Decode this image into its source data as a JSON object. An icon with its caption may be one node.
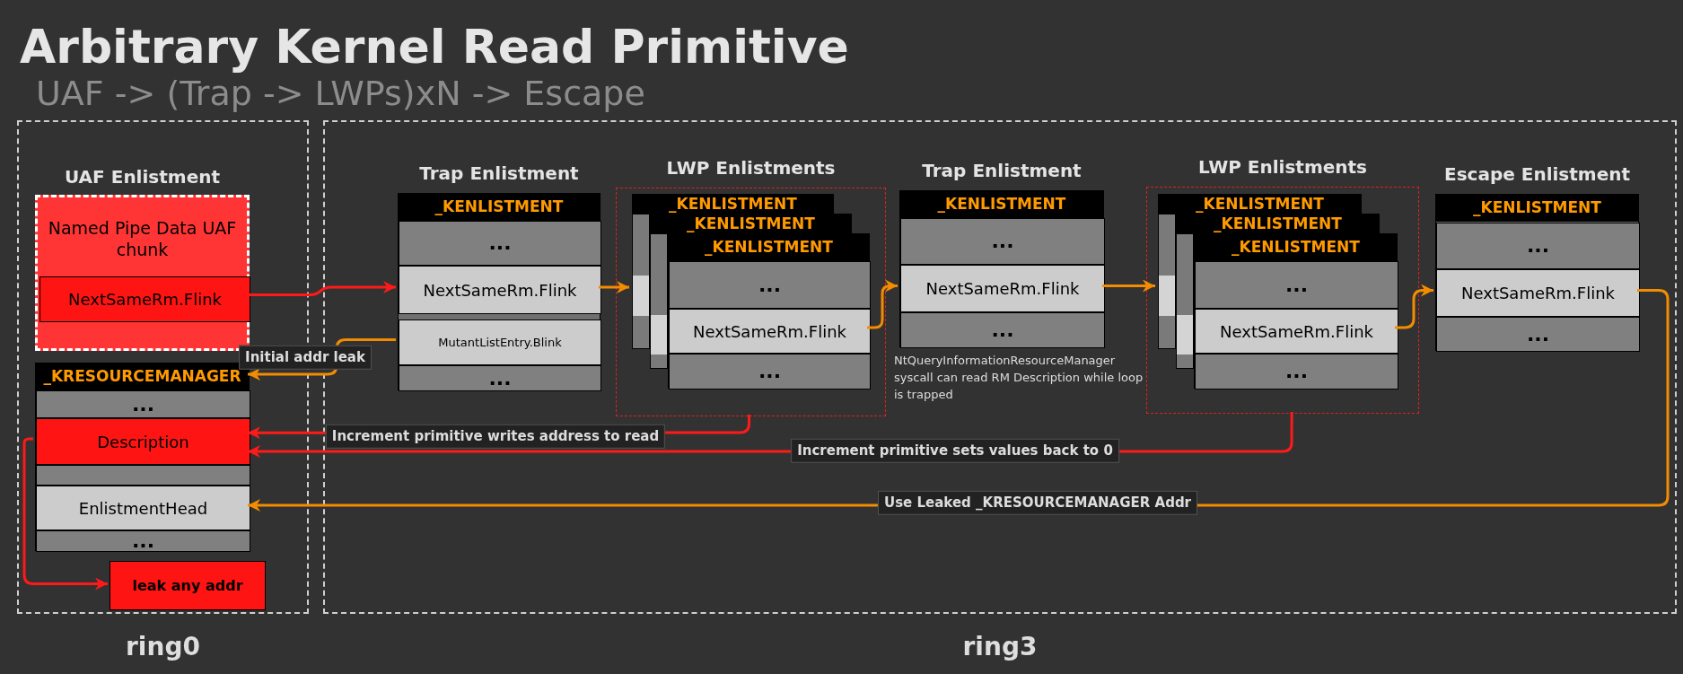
{
  "diagram": {
    "title": "Arbitrary Kernel Read Primitive",
    "nodes": [
      {
        "text": [
          "ring0"
        ]
      },
      {
        "text": [
          "ring3"
        ]
      },
      {
        "text": [
          "UAF Enlistment",
          "Named Pipe Data UAF chunk"
        ],
        "in": 0
      },
      {
        "text": [
          "NextSameRm.Flink"
        ],
        "in": 2
      },
      {
        "text": [
          "_KRESOURCEMANAGER"
        ],
        "in": 0
      },
      {
        "text": [
          "..."
        ],
        "in": 4
      },
      {
        "text": [
          "Description"
        ],
        "in": 4
      },
      {
        "text": [],
        "shape": "bar",
        "in": 4
      },
      {
        "text": [
          "EnlistmentHead"
        ],
        "in": 4
      },
      {
        "text": [
          "..."
        ],
        "in": 4
      },
      {
        "text": [
          "leak any addr"
        ],
        "in": 0
      },
      {
        "text": [
          "Trap Enlistment",
          "_KENLISTMENT"
        ],
        "in": 1
      },
      {
        "text": [
          "..."
        ],
        "in": 11
      },
      {
        "text": [
          "NextSameRm.Flink"
        ],
        "in": 11
      },
      {
        "text": [
          "MutantListEntry.Blink"
        ],
        "in": 11
      },
      {
        "text": [
          "..."
        ],
        "in": 11
      },
      {
        "text": [
          "LWP Enlistments"
        ],
        "in": 1
      },
      {
        "text": [
          "_KENLISTMENT"
        ],
        "in": 16
      },
      {
        "text": [
          "_KENLISTMENT"
        ],
        "in": 16
      },
      {
        "text": [
          "_KENLISTMENT"
        ],
        "in": 16
      },
      {
        "text": [
          "..."
        ],
        "in": 19
      },
      {
        "text": [
          "NextSameRm.Flink"
        ],
        "in": 19
      },
      {
        "text": [
          "..."
        ],
        "in": 19
      },
      {
        "text": [
          "Trap Enlistment",
          "_KENLISTMENT"
        ],
        "in": 1,
        "beside": [
          "NtQueryInformationResourceManager syscall can read RM Description while loop is trapped"
        ]
      },
      {
        "text": [
          "..."
        ],
        "in": 23
      },
      {
        "text": [
          "NextSameRm.Flink"
        ],
        "in": 23
      },
      {
        "text": [
          "..."
        ],
        "in": 23
      },
      {
        "text": [
          "LWP Enlistments"
        ],
        "in": 1
      },
      {
        "text": [
          "_KENLISTMENT"
        ],
        "in": 27
      },
      {
        "text": [
          "_KENLISTMENT"
        ],
        "in": 27
      },
      {
        "text": [
          "_KENLISTMENT"
        ],
        "in": 27
      },
      {
        "text": [
          "..."
        ],
        "in": 30
      },
      {
        "text": [
          "NextSameRm.Flink"
        ],
        "in": 30
      },
      {
        "text": [
          "..."
        ],
        "in": 30
      },
      {
        "text": [
          "Escape Enlistment",
          "_KENLISTMENT"
        ],
        "in": 1
      },
      {
        "text": [
          "..."
        ],
        "in": 34
      },
      {
        "text": [
          "NextSameRm.Flink"
        ],
        "in": 34
      },
      {
        "text": [
          "..."
        ],
        "in": 34
      },
      {
        "text": [],
        "shape": "bar",
        "in": 16
      },
      {
        "text": [],
        "shape": "bar",
        "in": 27
      },
      {
        "text": [],
        "shape": "bar",
        "in": 16
      },
      {
        "text": [],
        "shape": "bar",
        "in": 27
      }
    ],
    "edges": [
      {
        "from": 3,
        "to": 13,
        "arrow": "to",
        "color": "#ff1a1a"
      },
      {
        "from": 14,
        "to": 4,
        "arrow": "to",
        "label": "Initial addr leak"
      },
      {
        "from": 13,
        "to": 38,
        "arrow": "to"
      },
      {
        "from": 21,
        "to": 25,
        "arrow": "to"
      },
      {
        "from": 25,
        "to": 39,
        "arrow": "to"
      },
      {
        "from": 32,
        "to": 36,
        "arrow": "to"
      },
      {
        "from": 36,
        "to": 8,
        "arrow": "to",
        "label": "Use Leaked _KRESOURCEMANAGER Addr"
      },
      {
        "from": 16,
        "to": 6,
        "arrow": "to",
        "label": "Increment primitive writes address to read",
        "color": "#ff1a1a"
      },
      {
        "from": 27,
        "to": 6,
        "arrow": "to",
        "label": "Increment primitive sets values back to 0",
        "color": "#ff1a1a"
      },
      {
        "from": 6,
        "to": 10,
        "arrow": "to",
        "color": "#ff1a1a"
      }
    ],
    "labels": [
      "UAF -> (Trap -> LWPs)xN -> Escape"
    ]
  }
}
